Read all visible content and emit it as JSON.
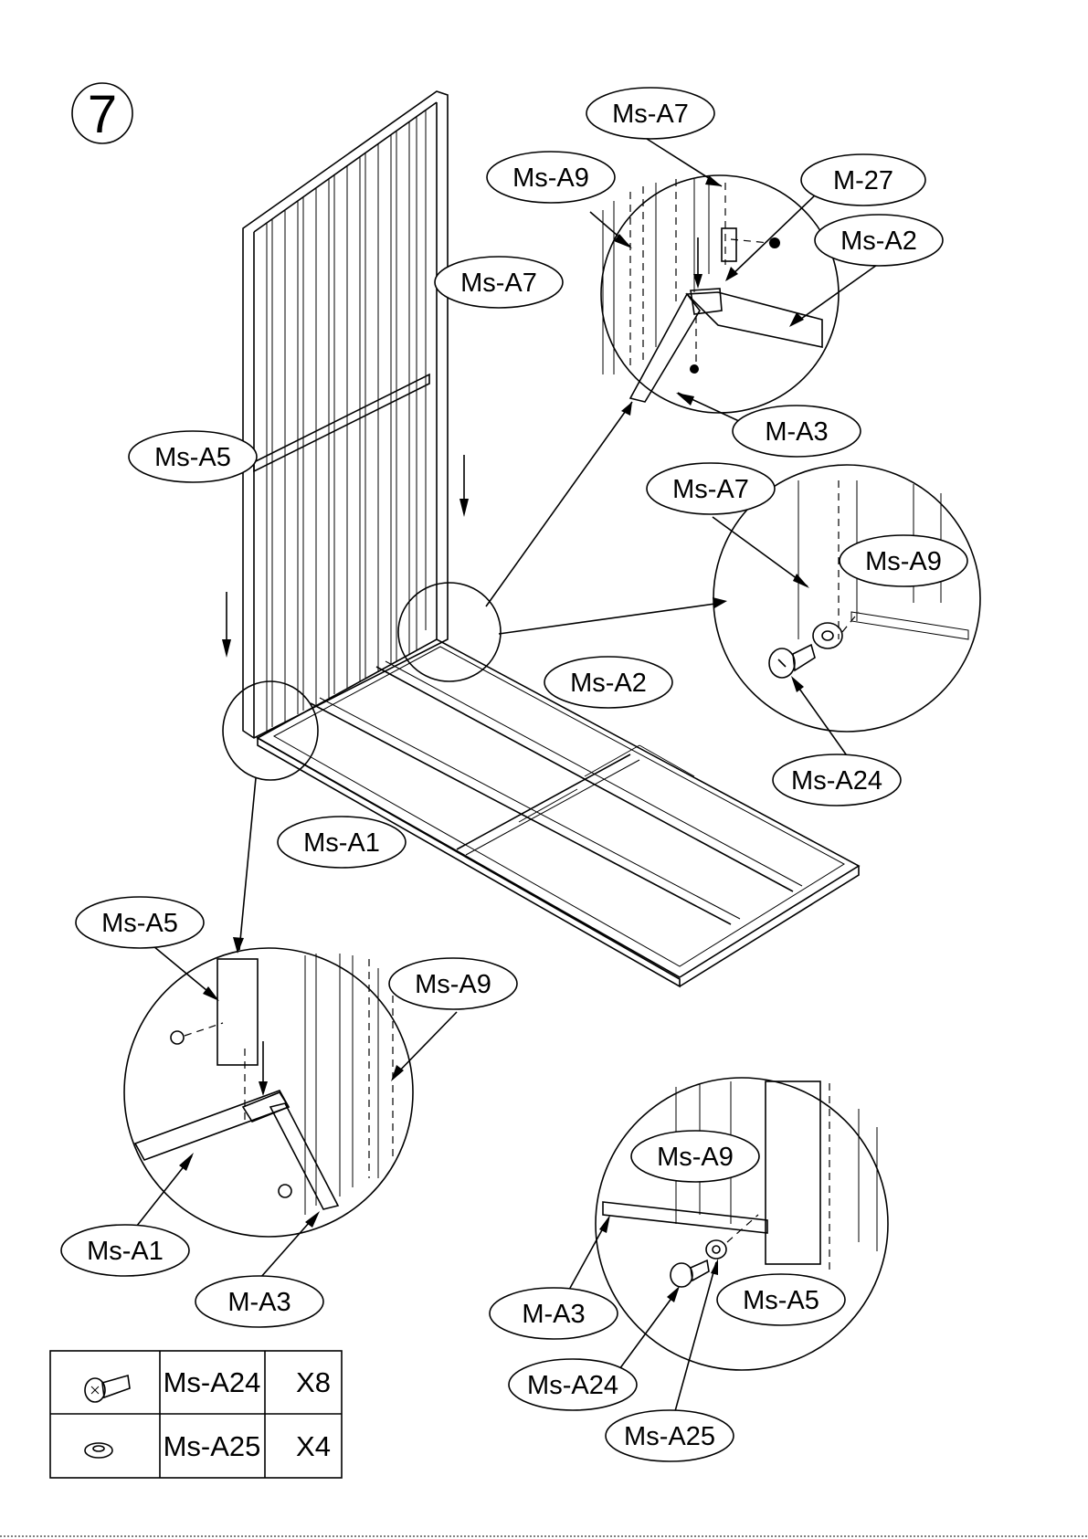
{
  "step_number": "7",
  "labels": [
    {
      "id": "ms-a7-top",
      "text": "Ms-A7"
    },
    {
      "id": "ms-a9-top",
      "text": "Ms-A9"
    },
    {
      "id": "m-27",
      "text": "M-27"
    },
    {
      "id": "ms-a2-top",
      "text": "Ms-A2"
    },
    {
      "id": "ms-a7-mid",
      "text": "Ms-A7"
    },
    {
      "id": "ms-a5-left",
      "text": "Ms-A5"
    },
    {
      "id": "m-a3-top",
      "text": "M-A3"
    },
    {
      "id": "ms-a7-right",
      "text": "Ms-A7"
    },
    {
      "id": "ms-a9-right",
      "text": "Ms-A9"
    },
    {
      "id": "ms-a2-mid",
      "text": "Ms-A2"
    },
    {
      "id": "ms-a24-right",
      "text": "Ms-A24"
    },
    {
      "id": "ms-a1-mid",
      "text": "Ms-A1"
    },
    {
      "id": "ms-a5-low",
      "text": "Ms-A5"
    },
    {
      "id": "ms-a9-low",
      "text": "Ms-A9"
    },
    {
      "id": "ms-a1-low",
      "text": "Ms-A1"
    },
    {
      "id": "m-a3-low",
      "text": "M-A3"
    },
    {
      "id": "ms-a9-br",
      "text": "Ms-A9"
    },
    {
      "id": "m-a3-br",
      "text": "M-A3"
    },
    {
      "id": "ms-a5-br",
      "text": "Ms-A5"
    },
    {
      "id": "ms-a24-br",
      "text": "Ms-A24"
    },
    {
      "id": "ms-a25-br",
      "text": "Ms-A25"
    }
  ],
  "parts_table": [
    {
      "icon": "screw-icon",
      "part": "Ms-A24",
      "qty": "X8"
    },
    {
      "icon": "washer-icon",
      "part": "Ms-A25",
      "qty": "X4"
    }
  ]
}
